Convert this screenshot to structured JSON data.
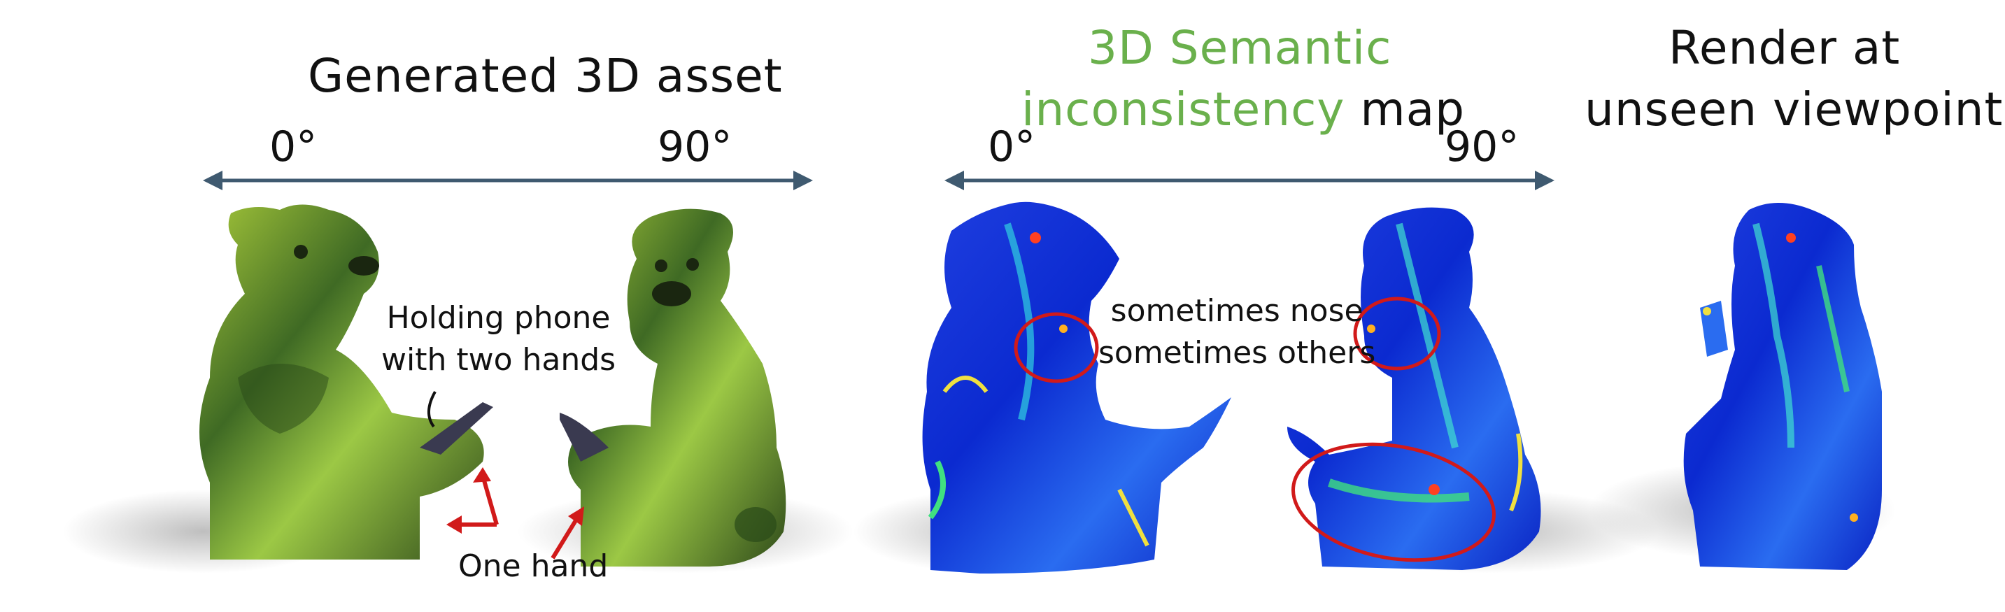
{
  "colors": {
    "arrow": "#3f5a70",
    "annotation": "#d11a1a",
    "highlight_text": "#6ab04c"
  },
  "section1": {
    "title": "Generated 3D asset",
    "deg_start": "0°",
    "deg_end": "90°",
    "note_line1": "Holding phone",
    "note_line2": "with two hands",
    "note_one_hand": "One hand"
  },
  "section2": {
    "title_line1": "3D Semantic",
    "title_line2_highlight": "inconsistency",
    "title_line2_rest": " map",
    "deg_start": "0°",
    "deg_end": "90°",
    "note_line1": "sometimes nose",
    "note_line2": "sometimes others"
  },
  "section3": {
    "title_line1": "Render at",
    "title_line2": "unseen viewpoints"
  }
}
